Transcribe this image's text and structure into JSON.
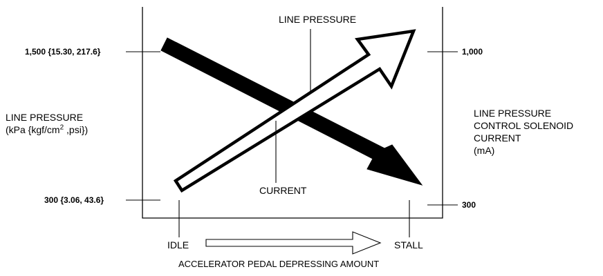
{
  "labels": {
    "line_pressure_top": "LINE PRESSURE",
    "current": "CURRENT",
    "left_axis_line1": "LINE PRESSURE",
    "left_axis_line2_pre": "(kPa {kgf/cm",
    "left_axis_line2_sup": "2",
    "left_axis_line2_post": " ,psi})",
    "right_axis_line1": "LINE PRESSURE",
    "right_axis_line2": "CONTROL SOLENOID",
    "right_axis_line3": "CURRENT",
    "right_axis_line4": "(mA)",
    "left_tick_high": "1,500 {15.30, 217.6}",
    "left_tick_low": "300 {3.06, 43.6}",
    "right_tick_high": "1,000",
    "right_tick_low": "300",
    "x_idle": "IDLE",
    "x_stall": "STALL",
    "x_axis_title": "ACCELERATOR PEDAL DEPRESSING AMOUNT"
  },
  "colors": {
    "ink": "#000000",
    "paper": "#ffffff"
  }
}
